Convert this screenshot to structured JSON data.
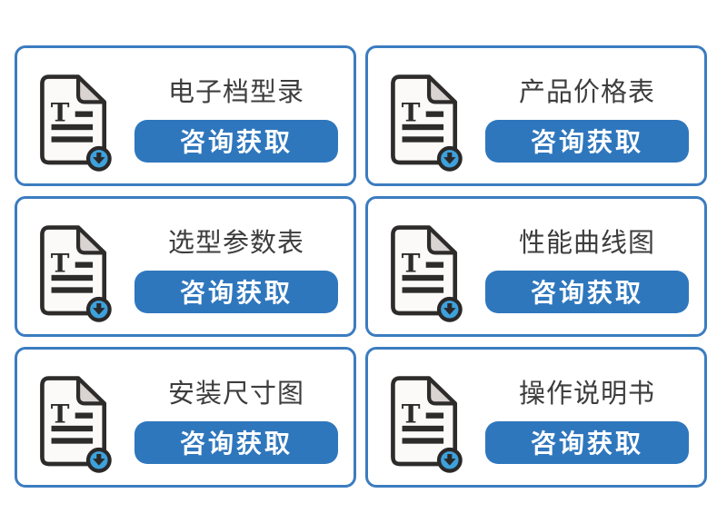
{
  "colors": {
    "card_border": "#3b7cc0",
    "button_background": "#2f77bd",
    "button_text": "#ffffff",
    "title_text": "#3d3d3d",
    "icon_outline": "#2e2b2b",
    "icon_page_fill": "#fbfaf9",
    "icon_fold_fill": "#d9d3d2",
    "icon_badge_fill": "#3da1dc"
  },
  "cards": [
    {
      "title": "电子档型录",
      "button_label": "咨询获取",
      "icon": "document-download-icon"
    },
    {
      "title": "产品价格表",
      "button_label": "咨询获取",
      "icon": "document-download-icon"
    },
    {
      "title": "选型参数表",
      "button_label": "咨询获取",
      "icon": "document-download-icon"
    },
    {
      "title": "性能曲线图",
      "button_label": "咨询获取",
      "icon": "document-download-icon"
    },
    {
      "title": "安装尺寸图",
      "button_label": "咨询获取",
      "icon": "document-download-icon"
    },
    {
      "title": "操作说明书",
      "button_label": "咨询获取",
      "icon": "document-download-icon"
    }
  ]
}
